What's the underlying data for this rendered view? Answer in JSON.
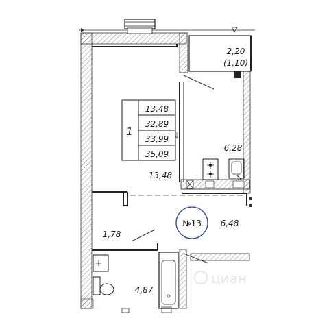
{
  "apartment": {
    "badge": "№13",
    "badge_color": "#2b3aa8",
    "room_count": "1",
    "summary": [
      "13,48",
      "32,89",
      "33,99",
      "35,09"
    ]
  },
  "areas": {
    "balcony": "2,20",
    "balcony_reduced": "(1,10)",
    "kitchen": "6,28",
    "living_room": "13,48",
    "hallway": "6,48",
    "wardrobe": "1,78",
    "bathroom": "4,87"
  },
  "watermark": "циан"
}
